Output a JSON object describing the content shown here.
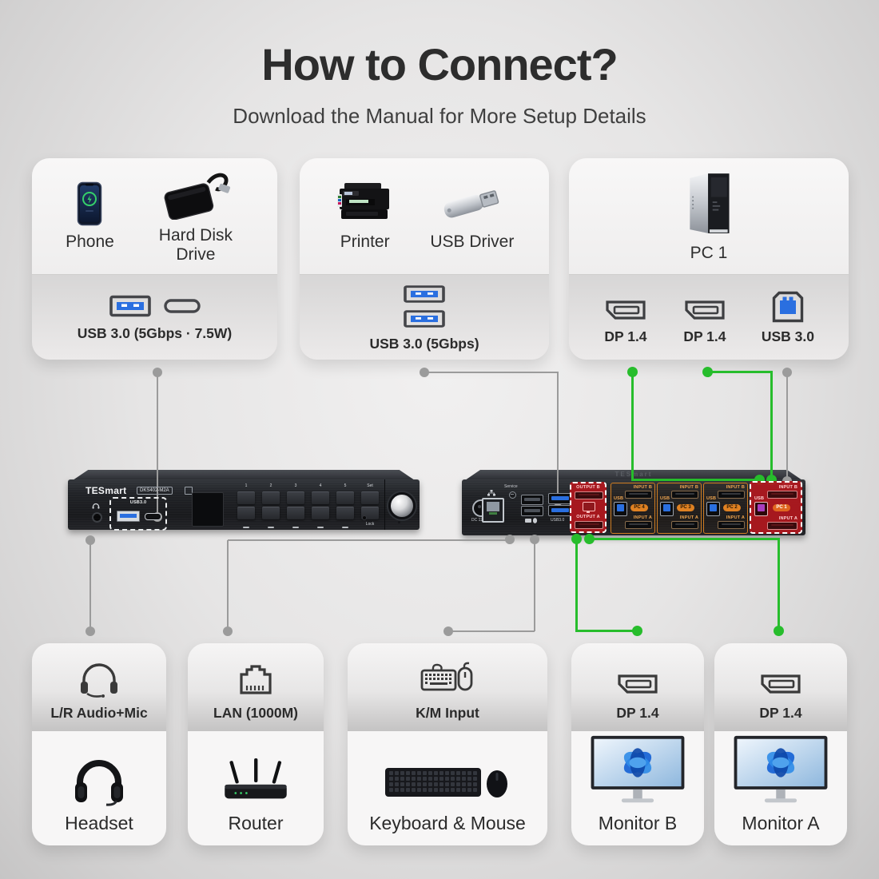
{
  "header": {
    "title": "How to Connect?",
    "subtitle": "Download the Manual for More Setup Details"
  },
  "top_cards": {
    "usb_devices_card": {
      "device1_label": "Phone",
      "device2_label": "Hard Disk Drive",
      "ports_label": "USB 3.0 (5Gbps · 7.5W)"
    },
    "usb_host_card": {
      "device1_label": "Printer",
      "device2_label": "USB Driver",
      "ports_label": "USB 3.0 (5Gbps)"
    },
    "pc_card": {
      "device_label": "PC 1",
      "port1_label": "DP 1.4",
      "port2_label": "DP 1.4",
      "port3_label": "USB 3.0"
    }
  },
  "kvm_front": {
    "brand": "TESmart",
    "model_badge": "DKS402-M2A",
    "usb_box_label": "USB3.0",
    "button_labels": [
      "1",
      "2",
      "3",
      "4",
      "5",
      "Set"
    ],
    "lock_label": "Lock"
  },
  "kvm_back": {
    "brand": "TESmart",
    "dc_label": "DC 12V",
    "service_label": "Service",
    "usb_label": "USB3.0",
    "output_zone": {
      "port_b_label": "OUTPUT B",
      "port_a_label": "OUTPUT A"
    },
    "input_groups": [
      {
        "input_b_label": "INPUT B",
        "usb_label": "USB",
        "pc_label": "PC 4",
        "input_a_label": "INPUT A"
      },
      {
        "input_b_label": "INPUT B",
        "usb_label": "USB",
        "pc_label": "PC 3",
        "input_a_label": "INPUT A"
      },
      {
        "input_b_label": "INPUT B",
        "usb_label": "USB",
        "pc_label": "PC 2",
        "input_a_label": "INPUT A"
      },
      {
        "input_b_label": "INPUT B",
        "usb_label": "USB",
        "pc_label": "PC 1",
        "input_a_label": "INPUT A"
      }
    ]
  },
  "bottom_cards": [
    {
      "port_label": "L/R Audio+Mic",
      "device_label": "Headset"
    },
    {
      "port_label": "LAN (1000M)",
      "device_label": "Router"
    },
    {
      "port_label": "K/M Input",
      "device_label": "Keyboard & Mouse"
    },
    {
      "port_label": "DP 1.4",
      "device_label": "Monitor B"
    },
    {
      "port_label": "DP 1.4",
      "device_label": "Monitor A"
    }
  ],
  "colors": {
    "accent_green": "#27bd2c",
    "line_gray": "#9b9b9b",
    "highlight_red": "#bb1e24",
    "input_orange": "#df8122",
    "usb_blue": "#2a6fe0",
    "title_text": "#2d2d2d"
  }
}
